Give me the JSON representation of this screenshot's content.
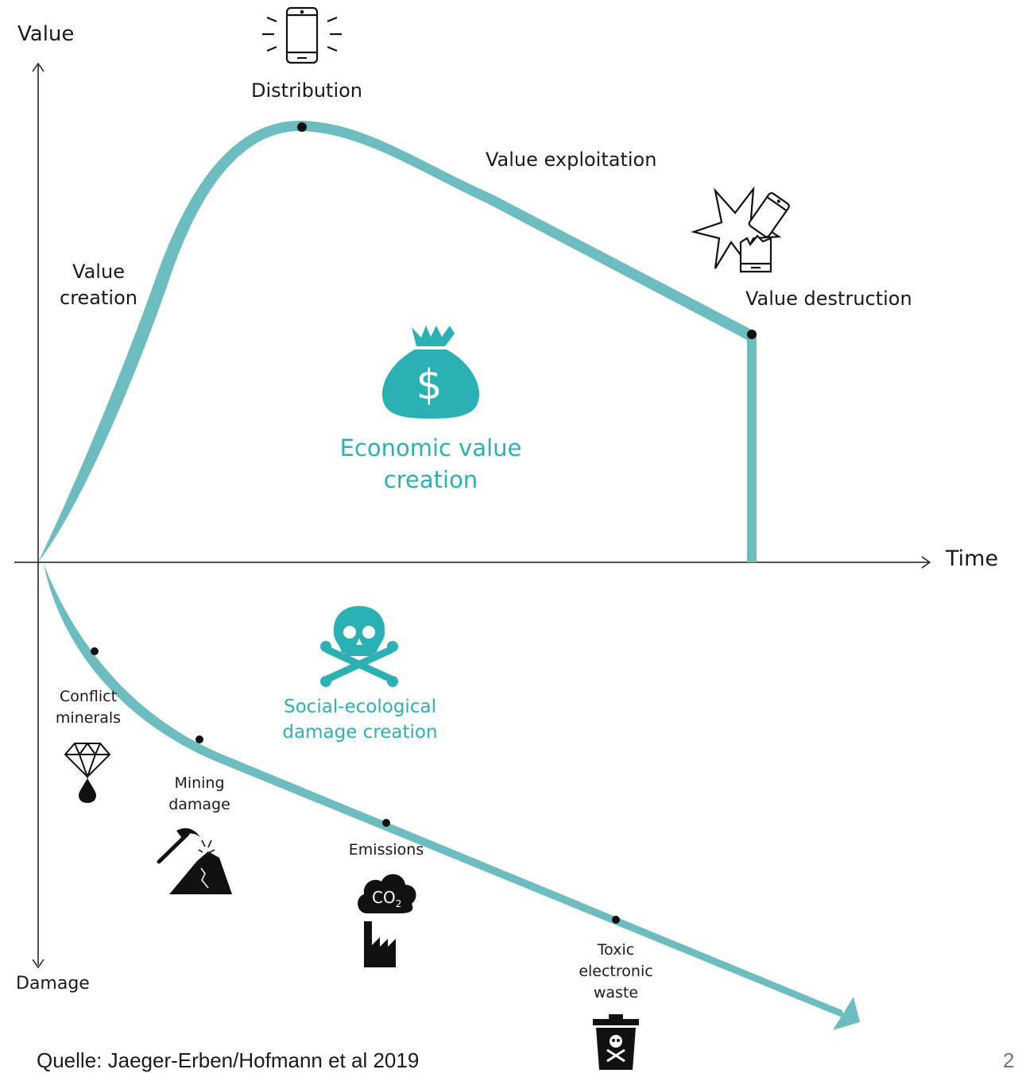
{
  "axes": {
    "y_up_label": "Value",
    "y_down_label": "Damage",
    "x_label": "Time"
  },
  "stages": {
    "creation_line1": "Value",
    "creation_line2": "creation",
    "distribution": "Distribution",
    "exploitation": "Value exploitation",
    "destruction": "Value destruction"
  },
  "economic": {
    "line1": "Economic value",
    "line2": "creation",
    "icon": "money-bag-icon"
  },
  "damage": {
    "title_line1": "Social-ecological",
    "title_line2": "damage creation",
    "icon": "skull-crossbones-icon",
    "points": [
      {
        "line1": "Conflict",
        "line2": "minerals",
        "icon": "diamond-blood-icon"
      },
      {
        "line1": "Mining",
        "line2": "damage",
        "icon": "pickaxe-mountain-icon"
      },
      {
        "line1": "Emissions",
        "icon": "co2-factory-icon",
        "co2_text": "CO",
        "co2_sub": "2"
      },
      {
        "line1": "Toxic",
        "line2": "electronic",
        "line3": "waste",
        "icon": "toxic-bin-icon"
      }
    ]
  },
  "source": "Quelle: Jaeger-Erben/Hofmann et al 2019",
  "page_number": "2",
  "colors": {
    "curve": "#6cbcc0",
    "accent": "#2bb1b3",
    "text": "#1a1a1a"
  }
}
